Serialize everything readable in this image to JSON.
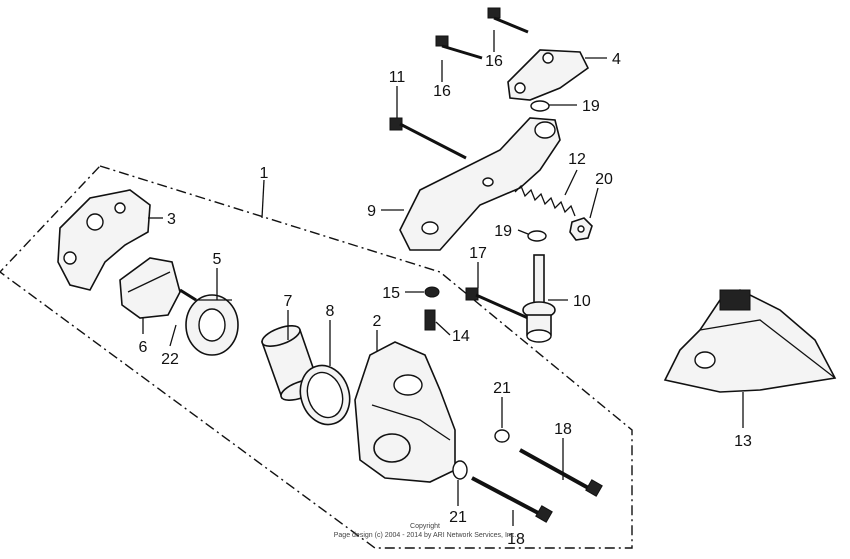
{
  "callouts": [
    "1",
    "2",
    "3",
    "4",
    "5",
    "6",
    "7",
    "8",
    "9",
    "10",
    "11",
    "12",
    "13",
    "14",
    "15",
    "16",
    "16",
    "17",
    "18",
    "18",
    "19",
    "19",
    "20",
    "21",
    "21",
    "22"
  ],
  "copyright": {
    "line1": "Copyright",
    "line2": "Page design (c) 2004 - 2014 by ARI Network Services, Inc."
  }
}
